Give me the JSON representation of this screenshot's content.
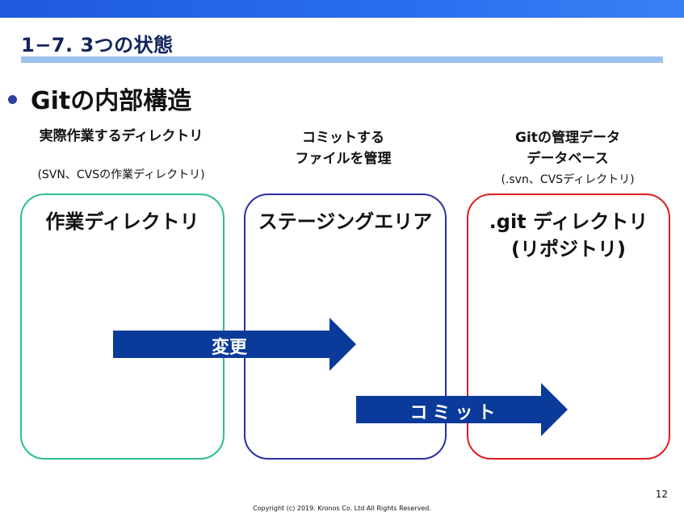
{
  "slide": {
    "title": "1−7. 3つの状態",
    "heading": "Gitの内部構造",
    "page_number": "12",
    "copyright": "Copyright (c) 2019. Kronos Co. Ltd All Rights Reserved."
  },
  "areas": [
    {
      "caption_lines": [
        "実際作業するディレクトリ"
      ],
      "subcaption": "(SVN、CVSの作業ディレクトリ)",
      "box_lines": [
        "作業ディレクトリ"
      ],
      "color": "#2bbf8f"
    },
    {
      "caption_lines": [
        "コミットする",
        "ファイルを管理"
      ],
      "subcaption": "",
      "box_lines": [
        "ステージングエリア"
      ],
      "color": "#2a2fa8"
    },
    {
      "caption_lines": [
        "Gitの管理データ",
        "データベース"
      ],
      "subcaption": "(.svn、CVSディレクトリ)",
      "box_lines": [
        ".git ディレクトリ",
        "(リポジトリ)"
      ],
      "color": "#e01c1c"
    }
  ],
  "arrows": [
    {
      "label": "変更",
      "color": "#0a3a9a"
    },
    {
      "label": "コミット",
      "color": "#0a3a9a"
    }
  ]
}
